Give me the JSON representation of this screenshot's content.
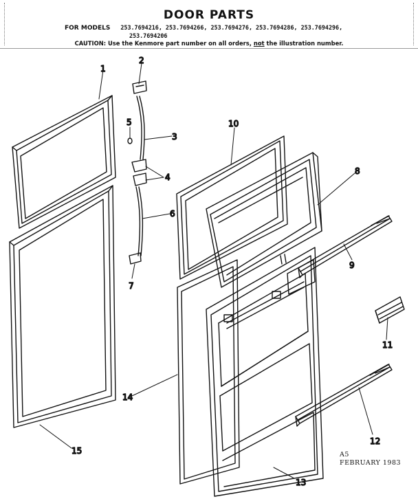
{
  "header": {
    "title": "DOOR PARTS",
    "models_lead": "FOR  MODELS",
    "models": [
      "253.7694216,",
      "253.7694266,",
      "253.7694276,",
      "253.7694286,",
      "253.7694296,",
      "253.7694206"
    ],
    "caution_prefix": "CAUTION: Use the Kenmore part number on all orders,",
    "caution_emph": "not",
    "caution_suffix": " the illustration number."
  },
  "callouts": {
    "c1": "1",
    "c2": "2",
    "c3": "3",
    "c4": "4",
    "c5": "5",
    "c6": "6",
    "c7": "7",
    "c8": "8",
    "c9": "9",
    "c10": "10",
    "c11": "11",
    "c12": "12",
    "c13": "13",
    "c14": "14",
    "c15": "15"
  },
  "footer": {
    "code": "A5",
    "date": "FEBRUARY 1983"
  }
}
